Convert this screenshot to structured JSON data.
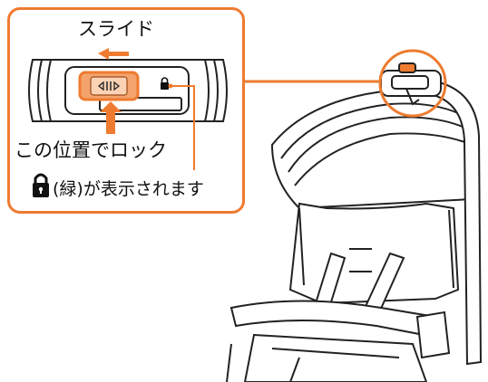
{
  "callout": {
    "slide_label": "スライド",
    "lock_position_label": "この位置でロック",
    "lock_shown_label": "(緑)が表示されます"
  },
  "icons": {
    "indicator": "lock-icon",
    "direction": "arrow-left-icon",
    "push": "arrow-up-icon"
  },
  "colors": {
    "accent": "#ee7b30",
    "line": "#222222",
    "indicator_lock": "#111111"
  }
}
